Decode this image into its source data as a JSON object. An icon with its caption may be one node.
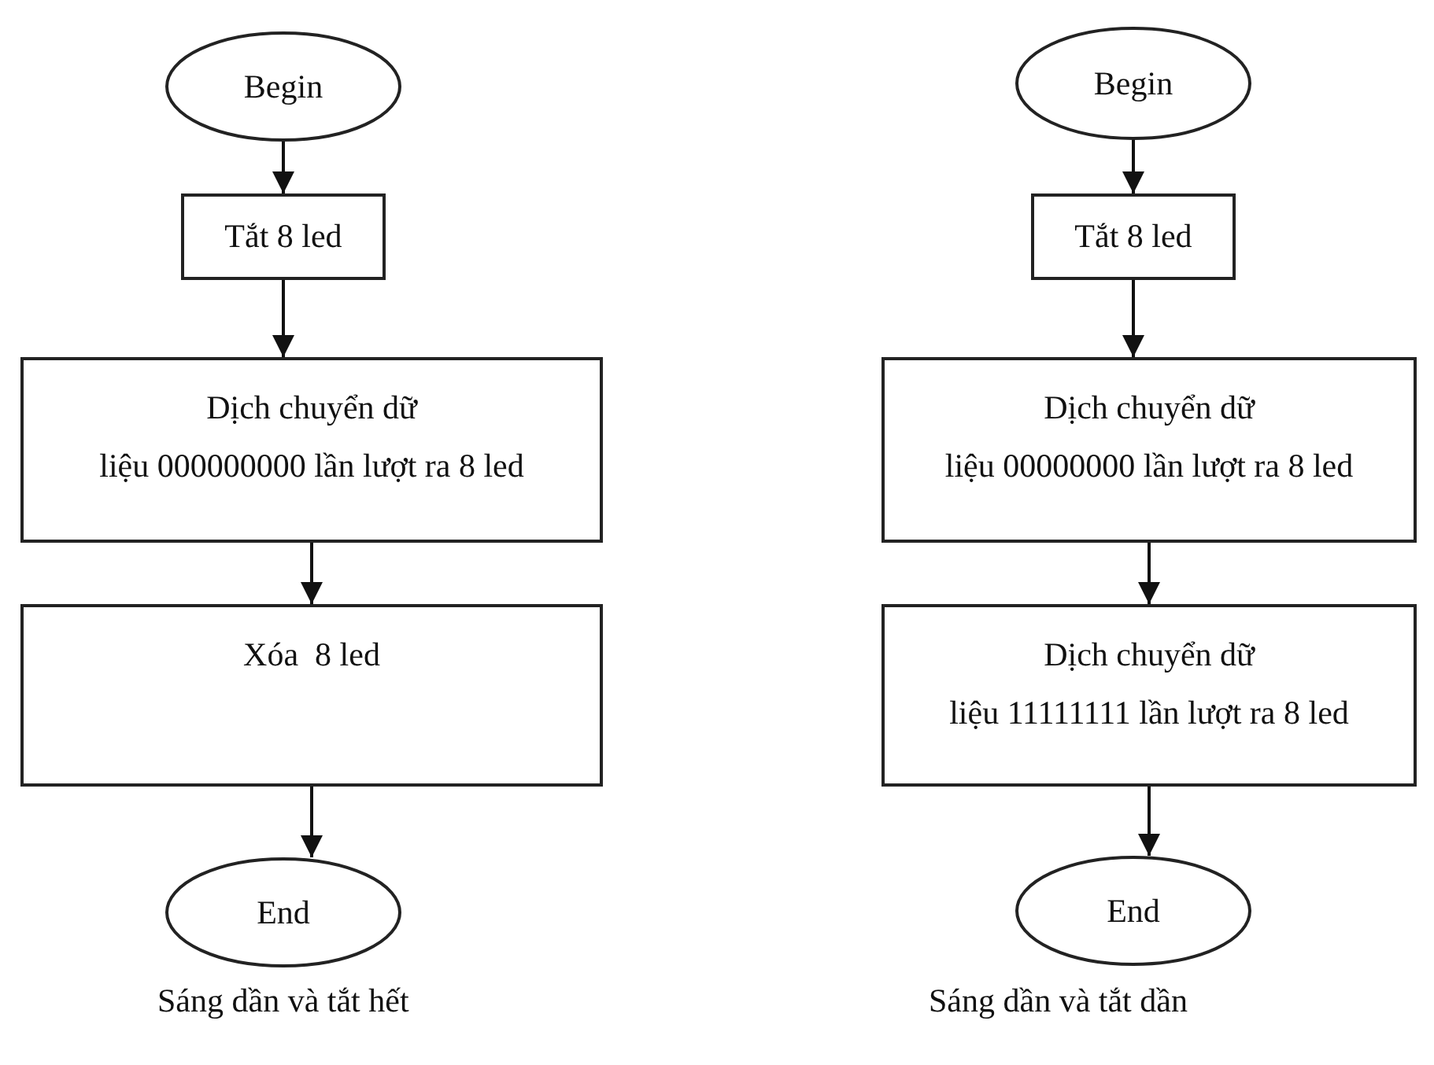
{
  "diagram": {
    "nodes": [
      {
        "text": [
          "Begin"
        ]
      },
      {
        "text": [
          "Tắt 8 led"
        ]
      },
      {
        "text": [
          "Dịch chuyển dữ liệu 000000000 lần lượt ra 8 led"
        ]
      },
      {
        "text": [
          "Xóa  8 led"
        ]
      },
      {
        "text": [
          "End"
        ]
      },
      {
        "text": [
          "Begin"
        ]
      },
      {
        "text": [
          "Tắt 8 led"
        ]
      },
      {
        "text": [
          "Dịch chuyển dữ liệu 00000000 lần lượt ra 8 led"
        ]
      },
      {
        "text": [
          "Dịch chuyển dữ liệu 11111111 lần lượt ra 8 led"
        ]
      },
      {
        "text": [
          "End"
        ]
      }
    ],
    "edges": [
      {
        "from": 0,
        "to": 1,
        "arrow": "to"
      },
      {
        "from": 1,
        "to": 2,
        "arrow": "to"
      },
      {
        "from": 2,
        "to": 3,
        "arrow": "to"
      },
      {
        "from": 3,
        "to": 4,
        "arrow": "to"
      },
      {
        "from": 5,
        "to": 6,
        "arrow": "to"
      },
      {
        "from": 6,
        "to": 7,
        "arrow": "to"
      },
      {
        "from": 7,
        "to": 8,
        "arrow": "to"
      },
      {
        "from": 8,
        "to": 9,
        "arrow": "to"
      }
    ],
    "labels": [
      "Sáng dần và tắt hết",
      "Sáng dần và tắt dần"
    ]
  }
}
